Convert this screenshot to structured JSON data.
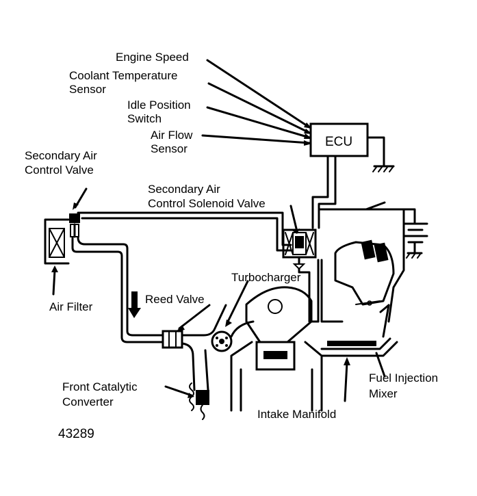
{
  "figure_number": "43289",
  "labels": {
    "engine_speed": "Engine Speed",
    "coolant_temp_1": "Coolant Temperature",
    "coolant_temp_2": "Sensor",
    "idle_position_1": "Idle Position",
    "idle_position_2": "Switch",
    "air_flow_1": "Air Flow",
    "air_flow_2": "Sensor",
    "ecu": "ECU",
    "sec_air_valve_1": "Secondary Air",
    "sec_air_valve_2": "Control Valve",
    "sec_air_solenoid_1": "Secondary Air",
    "sec_air_solenoid_2": "Control Solenoid Valve",
    "air_filter": "Air Filter",
    "reed_valve": "Reed Valve",
    "turbocharger": "Turbocharger",
    "front_cat_1": "Front Catalytic",
    "front_cat_2": "Converter",
    "fuel_injection_1": "Fuel Injection",
    "fuel_injection_2": "Mixer",
    "intake_manifold": "Intake Manifold"
  }
}
